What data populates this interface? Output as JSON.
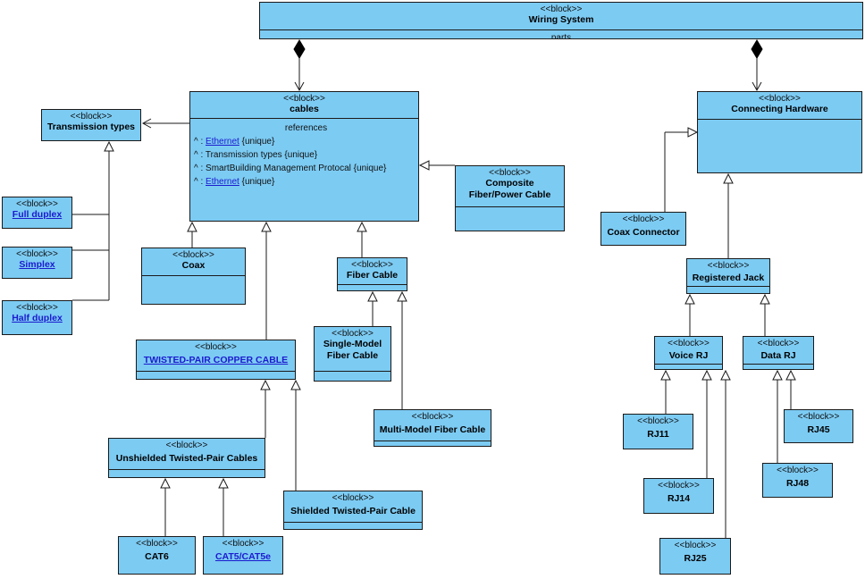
{
  "stereotype": "<<block>>",
  "blocks": {
    "wiring_system": {
      "name": "Wiring System",
      "compartment": "parts"
    },
    "cables": {
      "name": "cables",
      "refs_title": "references",
      "refs": [
        {
          "prefix": "^ : ",
          "link": "Ethernet",
          "text": "",
          "suffix": " {unique}"
        },
        {
          "prefix": "^ : ",
          "link": "",
          "text": "Transmission types",
          "suffix": " {unique}"
        },
        {
          "prefix": "^ : ",
          "link": "",
          "text": "SmartBuilding Management Protocal",
          "suffix": " {unique}"
        },
        {
          "prefix": "^ : ",
          "link": "Ethernet",
          "text": "",
          "suffix": " {unique}"
        }
      ]
    },
    "transmission_types": {
      "name": "Transmission types"
    },
    "full_duplex": {
      "name": "Full duplex"
    },
    "simplex": {
      "name": "Simplex"
    },
    "half_duplex": {
      "name": "Half duplex"
    },
    "coax": {
      "name": "Coax"
    },
    "composite": {
      "name": "Composite Fiber/Power Cable"
    },
    "fiber_cable": {
      "name": "Fiber Cable"
    },
    "single_model": {
      "name": "Single-Model Fiber Cable"
    },
    "multi_model": {
      "name": "Multi-Model Fiber Cable"
    },
    "twisted_pair": {
      "name": "TWISTED-PAIR COPPER CABLE"
    },
    "unshielded": {
      "name": "Unshielded Twisted-Pair Cables"
    },
    "shielded": {
      "name": "Shielded Twisted-Pair Cable"
    },
    "cat6": {
      "name": "CAT6"
    },
    "cat5": {
      "name": "CAT5/CAT5e"
    },
    "connecting_hardware": {
      "name": "Connecting Hardware"
    },
    "coax_connector": {
      "name": "Coax Connector"
    },
    "registered_jack": {
      "name": "Registered Jack"
    },
    "voice_rj": {
      "name": "Voice RJ"
    },
    "data_rj": {
      "name": "Data RJ"
    },
    "rj11": {
      "name": "RJ11"
    },
    "rj14": {
      "name": "RJ14"
    },
    "rj25": {
      "name": "RJ25"
    },
    "rj45": {
      "name": "RJ45"
    },
    "rj48": {
      "name": "RJ48"
    }
  },
  "colors": {
    "block_fill": "#7ccbf3",
    "border": "#1a1a1a",
    "link": "#1b1bcf"
  }
}
